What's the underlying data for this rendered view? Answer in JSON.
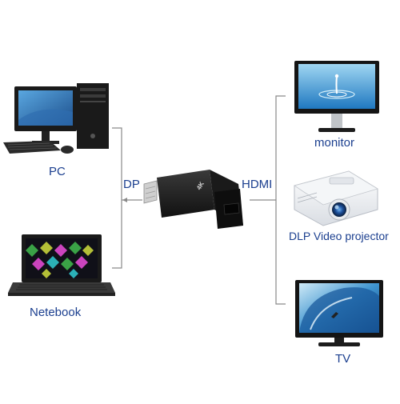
{
  "sources": [
    {
      "id": "pc",
      "label": "PC"
    },
    {
      "id": "netbook",
      "label": "Netebook"
    }
  ],
  "connections": {
    "input_label": "DP",
    "output_label": "HDMI"
  },
  "adapter": {
    "badge": "4K"
  },
  "outputs": [
    {
      "id": "monitor",
      "label": "monitor"
    },
    {
      "id": "projector",
      "label": "DLP Video projector"
    },
    {
      "id": "tv",
      "label": "TV"
    }
  ],
  "colors": {
    "label_text": "#1b3f8f",
    "connector_line": "#8a8a8a",
    "adapter_body": "#1e1e1e"
  }
}
